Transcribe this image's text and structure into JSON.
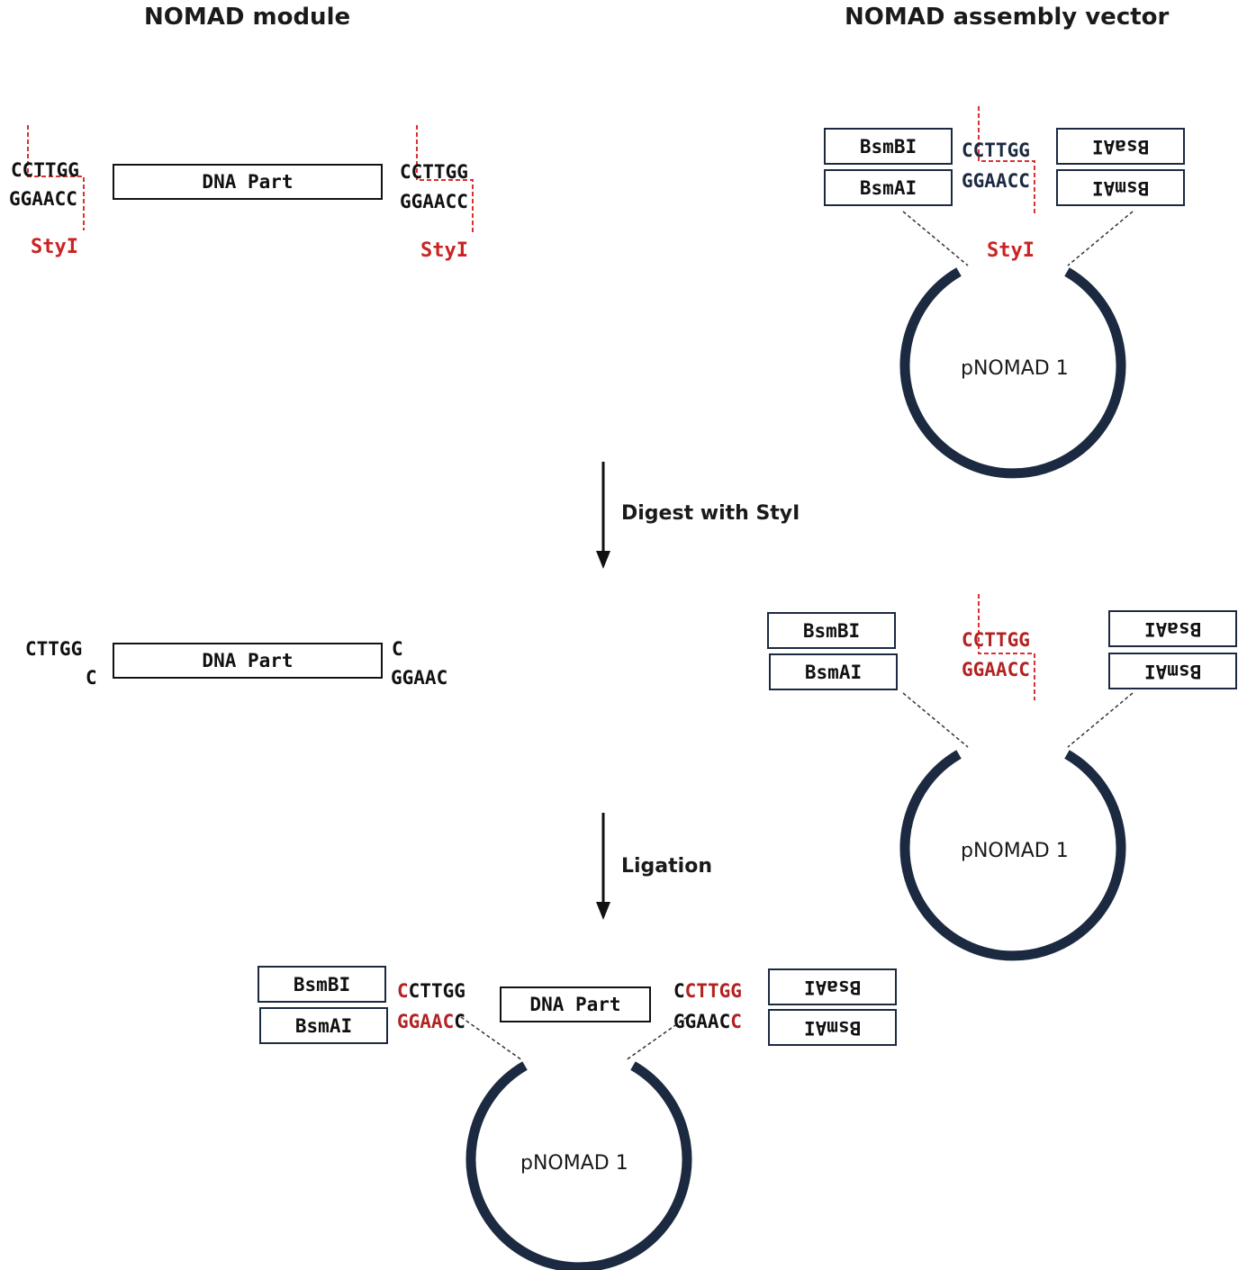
{
  "headers": {
    "module": "NOMAD module",
    "vector": "NOMAD assembly vector"
  },
  "steps": {
    "digest": "Digest with StyI",
    "ligation": "Ligation"
  },
  "enzyme": "StyI",
  "dna_part": "DNA Part",
  "plasmid": "pNOMAD 1",
  "boxes": {
    "bsmbi": "BsmBI",
    "bsmai": "BsmAI",
    "bsaai_flipped": "BsaAI",
    "bsmai_flipped": "BsmAI"
  },
  "sequences": {
    "top": "CCTTGG",
    "bottom": "GGAACC",
    "top_cut": "CTTGG",
    "bottom_cut": "GGAAC",
    "single": "C",
    "first": "C",
    "top_rest": "CTTGG",
    "bottom_head": "GGAAC",
    "last": "C"
  },
  "colors": {
    "red_text": "#b22222",
    "enzyme_red": "#cc2222",
    "cut_line": "#d93030",
    "plasmid": "#1b2a40"
  }
}
